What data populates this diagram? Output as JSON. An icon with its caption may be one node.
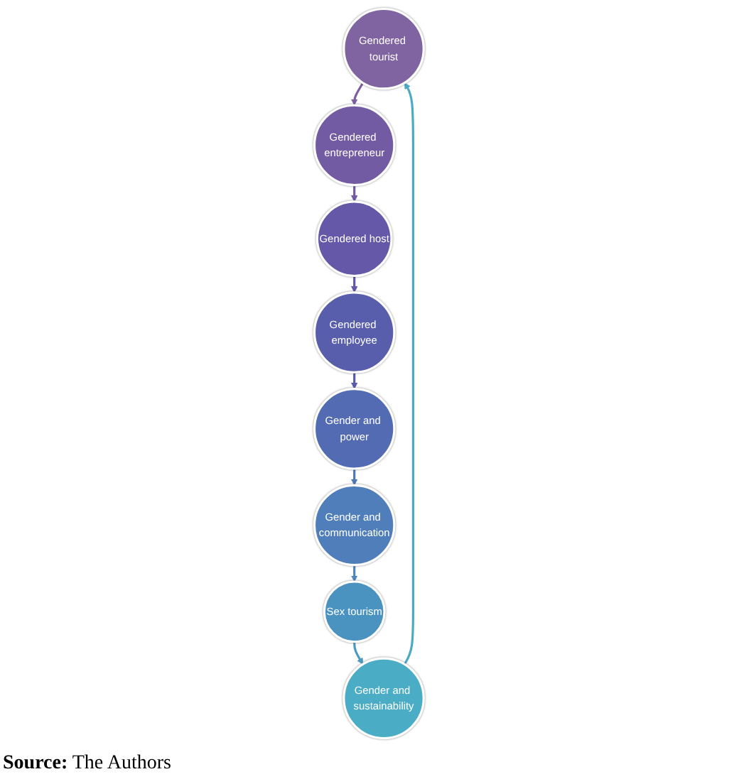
{
  "diagram": {
    "caption": "**Source:** The Authors",
    "nodes": [
      {
        "text": [
          "Gendered tourist"
        ]
      },
      {
        "text": [
          "Gendered entrepreneur"
        ]
      },
      {
        "text": [
          "Gendered host"
        ]
      },
      {
        "text": [
          "Gendered employee"
        ]
      },
      {
        "text": [
          "Gender and power"
        ]
      },
      {
        "text": [
          "Gender and communication"
        ]
      },
      {
        "text": [
          "Sex tourism"
        ]
      },
      {
        "text": [
          "Gender and sustainability"
        ]
      }
    ],
    "edges": [
      {
        "from": 0,
        "to": 1,
        "arrow": "to",
        "color": "#7d5fa0"
      },
      {
        "from": 1,
        "to": 2,
        "arrow": "to",
        "color": "#735aa5"
      },
      {
        "from": 2,
        "to": 3,
        "arrow": "to",
        "color": "#6358a8"
      },
      {
        "from": 3,
        "to": 4,
        "arrow": "to",
        "color": "#575caa"
      },
      {
        "from": 4,
        "to": 5,
        "arrow": "to",
        "color": "#4f78b6"
      },
      {
        "from": 5,
        "to": 6,
        "arrow": "to",
        "color": "#4d87bb"
      },
      {
        "from": 6,
        "to": 7,
        "arrow": "to",
        "color": "#4b9ac1"
      },
      {
        "from": 7,
        "to": 0,
        "arrow": "to",
        "color": "#4aaac4"
      }
    ]
  }
}
